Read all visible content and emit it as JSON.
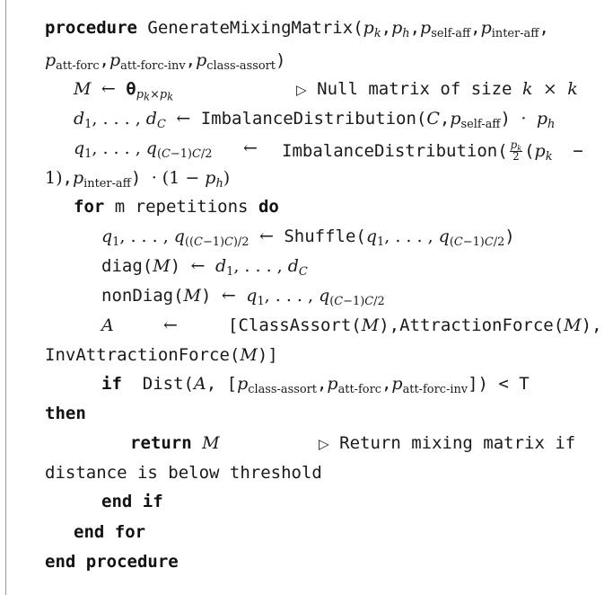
{
  "kw": {
    "procedure": "procedure",
    "for": "for",
    "do": "do",
    "if": "if",
    "then": "then",
    "return": "return",
    "end_if": "end if",
    "end_for": "end for",
    "end_procedure": "end procedure"
  },
  "fn": {
    "generate": "GenerateMixingMatrix",
    "imbalance": "ImbalanceDistribution",
    "shuffle": "Shuffle",
    "diag": "diag",
    "nondiag": "nonDiag",
    "class_assort": "ClassAssort",
    "attraction": "AttractionForce",
    "inv_attraction": "InvAttractionForce",
    "dist": "Dist"
  },
  "sub": {
    "self_aff": "self-aff",
    "inter_aff": "inter-aff",
    "att_forc": "att-forc",
    "att_forc_inv": "att-forc-inv",
    "class_assort": "class-assort"
  },
  "text": {
    "comment_null": "Null matrix of size",
    "m_repetitions": "m repetitions",
    "lt_T": "< T",
    "comment_return_1": "Return mixing matrix if",
    "comment_return_2": "distance is below threshold"
  }
}
